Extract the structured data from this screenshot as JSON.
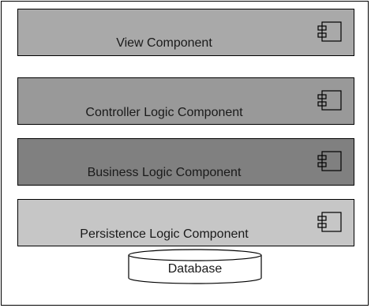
{
  "layers": [
    {
      "label": "View Component",
      "color": "#a9a9a9"
    },
    {
      "label": "Controller Logic Component",
      "color": "#999999"
    },
    {
      "label": "Business Logic Component",
      "color": "#808080"
    },
    {
      "label": "Persistence Logic Component",
      "color": "#c6c6c6"
    }
  ],
  "database": {
    "label": "Database"
  },
  "icons": {
    "component": "uml-component-icon",
    "database": "database-cylinder-icon"
  }
}
